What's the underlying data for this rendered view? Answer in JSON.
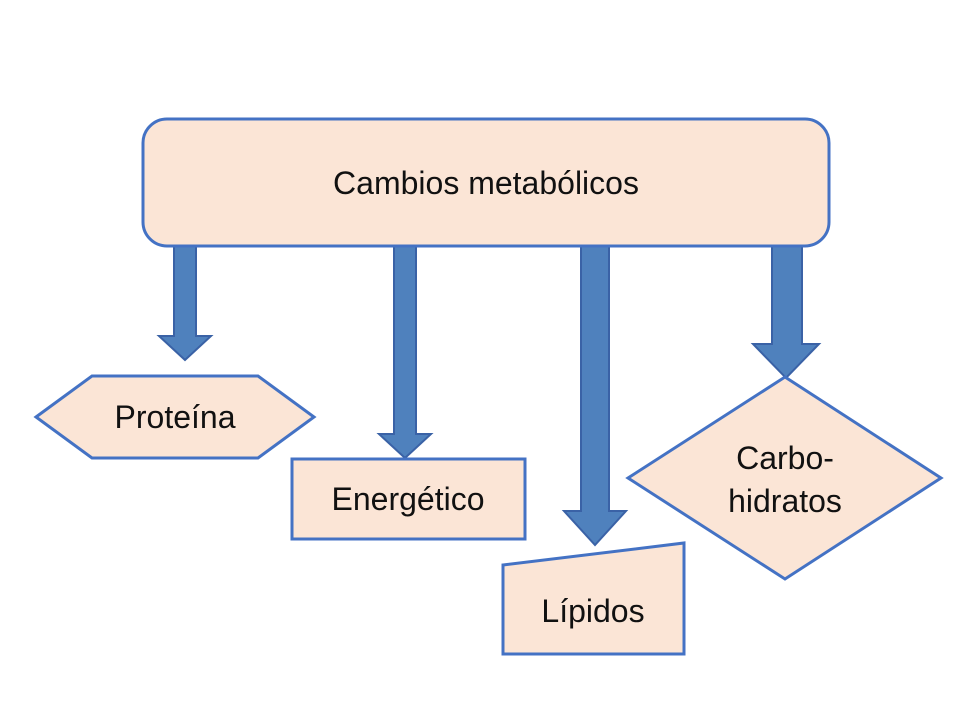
{
  "diagram": {
    "colors": {
      "node_fill": "#fbe5d6",
      "node_stroke": "#4472c4",
      "arrow_fill": "#4f81bd",
      "arrow_stroke": "#3a62a6"
    },
    "root": {
      "label": "Cambios metabólicos"
    },
    "children": [
      {
        "id": "proteina",
        "shape": "hexagon",
        "lines": [
          "Proteína"
        ]
      },
      {
        "id": "energetico",
        "shape": "rectangle",
        "lines": [
          "Energético"
        ]
      },
      {
        "id": "lipidos",
        "shape": "manual-input",
        "lines": [
          "Lípidos"
        ]
      },
      {
        "id": "carbohidratos",
        "shape": "diamond",
        "lines": [
          "Carbo-",
          "hidratos"
        ]
      }
    ]
  }
}
